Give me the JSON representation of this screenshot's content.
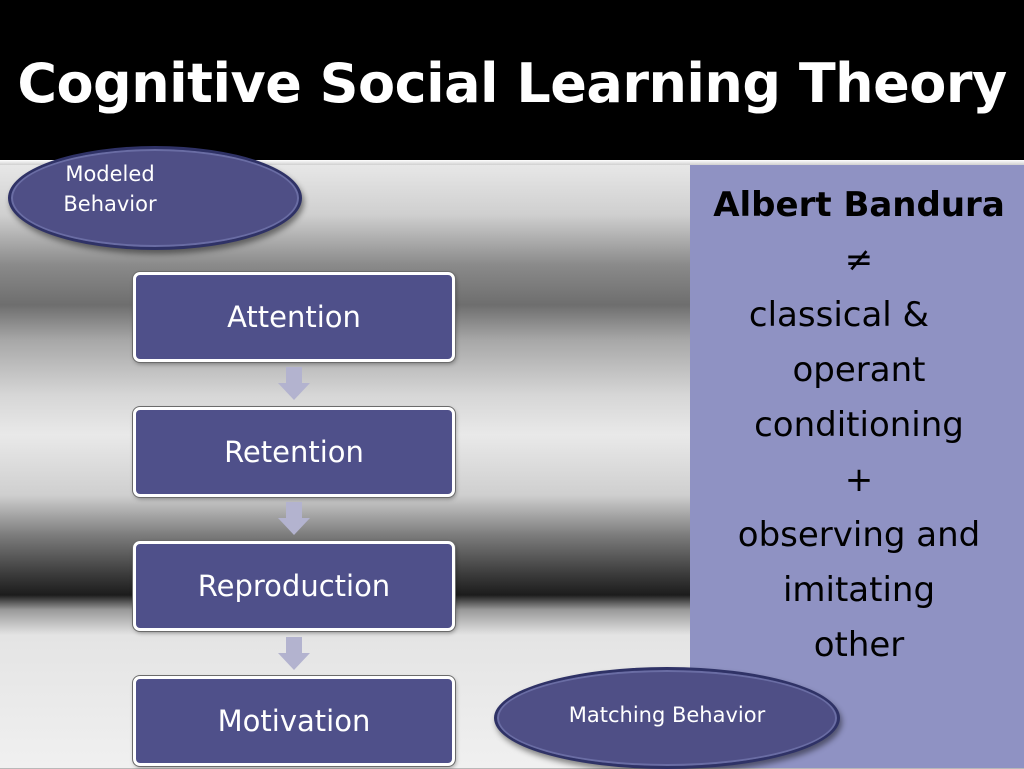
{
  "slide": {
    "title": "Cognitive Social Learning Theory"
  },
  "diagram": {
    "input_node": [
      "Modeled",
      "Behavior"
    ],
    "steps": [
      "Attention",
      "Retention",
      "Reproduction",
      "Motivation"
    ],
    "output_node": "Matching Behavior"
  },
  "side_panel": {
    "lines": [
      "Albert Bandura",
      "≠",
      "classical &",
      "operant",
      "conditioning",
      "+",
      "observing and",
      "imitating",
      "other"
    ]
  },
  "colors": {
    "node_fill": "#4f508a",
    "panel_fill": "#8f92c3",
    "arrow_fill": "#b3b3cf"
  }
}
